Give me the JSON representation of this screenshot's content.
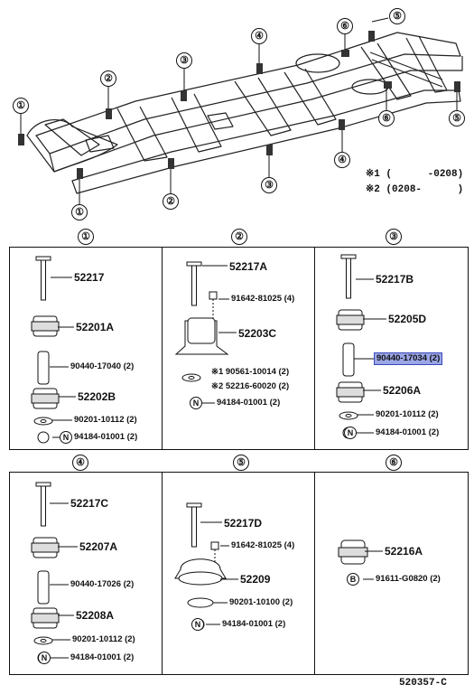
{
  "frame_labels": {
    "c1a": "①",
    "c1b": "①",
    "c2a": "②",
    "c2b": "②",
    "c3a": "③",
    "c3b": "③",
    "c4a": "④",
    "c4b": "④",
    "c5a": "⑤",
    "c5b": "⑤",
    "c6a": "⑥",
    "c6b": "⑥"
  },
  "notes": {
    "n1": "※1 (      -0208)",
    "n2": "※2 (0208-      )"
  },
  "panel_headers": [
    "①",
    "②",
    "③",
    "④",
    "⑤",
    "⑥"
  ],
  "panel1": {
    "p1": "52217",
    "p2": "52201A",
    "p3": "90440-17040 (2)",
    "p4": "52202B",
    "p5": "90201-10112 (2)",
    "p6_mark": "N",
    "p6": "94184-01001 (2)"
  },
  "panel2": {
    "p1": "52217A",
    "p2": "91642-81025 (4)",
    "p3": "52203C",
    "p4": "※1 90561-10014 (2)",
    "p5": "※2 52216-60020 (2)",
    "p6_mark": "N",
    "p6": "94184-01001 (2)"
  },
  "panel3": {
    "p1": "52217B",
    "p2": "52205D",
    "p3": "90440-17034 (2)",
    "p4": "52206A",
    "p5": "90201-10112 (2)",
    "p6_mark": "N",
    "p6": "94184-01001 (2)"
  },
  "panel4": {
    "p1": "52217C",
    "p2": "52207A",
    "p3": "90440-17026 (2)",
    "p4": "52208A",
    "p5": "90201-10112 (2)",
    "p6_mark": "N",
    "p6": "94184-01001 (2)"
  },
  "panel5": {
    "p1": "52217D",
    "p2": "91642-81025 (4)",
    "p3": "52209",
    "p4": "90201-10100 (2)",
    "p6_mark": "N",
    "p6": "94184-01001 (2)"
  },
  "panel6": {
    "p1": "52216A",
    "p2_mark": "B",
    "p2": "91611-G0820 (2)"
  },
  "footer": "520357-C",
  "colors": {
    "highlight": "#9aa6e6",
    "highlight_border": "#3948b8"
  }
}
